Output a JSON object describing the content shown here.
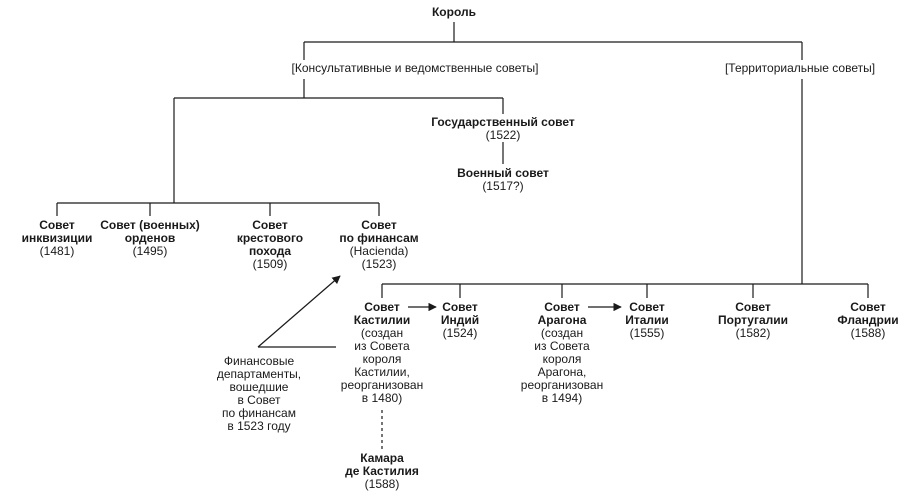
{
  "root": "Король",
  "groups": {
    "consultative": "[Консультативные и ведомственные советы]",
    "territorial": "[Территориальные советы]"
  },
  "state": {
    "title": "Государственный совет",
    "year": "(1522)"
  },
  "war": {
    "title": "Военный совет",
    "year": "(1517?)"
  },
  "departmental": [
    {
      "lines": [
        "Совет",
        "инквизиции"
      ],
      "year": "(1481)"
    },
    {
      "lines": [
        "Совет (военных)",
        "орденов"
      ],
      "year": "(1495)"
    },
    {
      "lines": [
        "Совет",
        "крестового",
        "похода"
      ],
      "year": "(1509)"
    },
    {
      "lines": [
        "Совет",
        "по финансам"
      ],
      "sub": [
        "(Hacienda)",
        "(1523)"
      ]
    }
  ],
  "territorial": [
    {
      "lines": [
        "Совет",
        "Кастилии"
      ],
      "sub": [
        "(создан",
        "из Совета",
        "короля",
        "Кастилии,",
        "реорганизован",
        "в 1480)"
      ]
    },
    {
      "lines": [
        "Совет",
        "Индий"
      ],
      "sub": [
        "(1524)"
      ]
    },
    {
      "lines": [
        "Совет",
        "Арагона"
      ],
      "sub": [
        "(создан",
        "из Совета",
        "короля",
        "Арагона,",
        "реорганизован",
        "в 1494)"
      ]
    },
    {
      "lines": [
        "Совет",
        "Италии"
      ],
      "sub": [
        "(1555)"
      ]
    },
    {
      "lines": [
        "Совет",
        "Португалии"
      ],
      "sub": [
        "(1582)"
      ]
    },
    {
      "lines": [
        "Совет",
        "Фландрии"
      ],
      "sub": [
        "(1588)"
      ]
    }
  ],
  "camara": {
    "lines": [
      "Камара",
      "де Кастилия"
    ],
    "sub": [
      "(1588)"
    ]
  },
  "finance_note": [
    "Финансовые",
    "департаменты,",
    "вошедшие",
    "в Совет",
    "по финансам",
    "в 1523 году"
  ]
}
